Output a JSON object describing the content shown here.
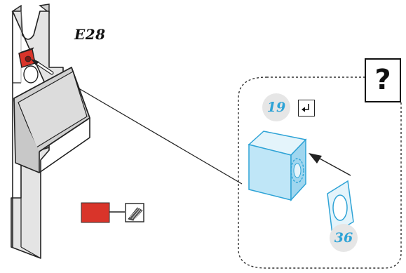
{
  "figure": {
    "part_label": "E28",
    "step_numbers": [
      "19",
      "36"
    ],
    "question_mark": "?",
    "icons": [
      "return-arrow-icon",
      "hatched-tape-icon"
    ],
    "colors": {
      "highlight_red": "#d9342a",
      "callout_blue": "#2ea3d6",
      "part_fill": "#bfe6f7",
      "badge_grey": "#e6e6e6",
      "line": "#222222"
    }
  }
}
